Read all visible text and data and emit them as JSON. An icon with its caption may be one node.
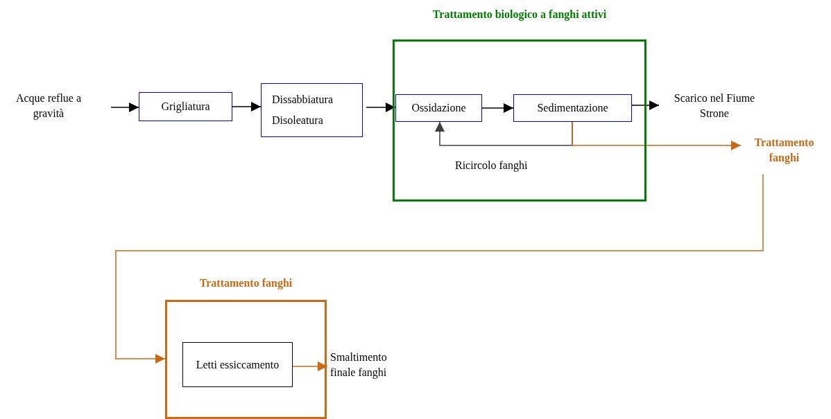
{
  "diagram": {
    "nodes": [
      {
        "text": [
          "Acque reflue a gravità"
        ]
      },
      {
        "text": [
          "Grigliatura"
        ]
      },
      {
        "text": [
          "Dissabbiatura",
          "Disoleatura"
        ]
      },
      {
        "text": [
          "Trattamento biologico a fanghi attivi"
        ]
      },
      {
        "text": [
          "Ossidazione"
        ],
        "in": 3
      },
      {
        "text": [
          "Sedimentazione"
        ],
        "in": 3
      },
      {
        "text": [
          "Scarico nel Fiume Strone"
        ]
      },
      {
        "text": [
          "Trattamento fanghi"
        ]
      },
      {
        "text": [
          "Trattamento fanghi"
        ]
      },
      {
        "text": [
          "Letti essiccamento"
        ],
        "in": 8
      },
      {
        "text": [
          "Smaltimento finale fanghi"
        ]
      }
    ],
    "edges": [
      {
        "from": 0,
        "to": 1,
        "arrow": "to"
      },
      {
        "from": 1,
        "to": 2,
        "arrow": "to"
      },
      {
        "from": 2,
        "to": 4,
        "arrow": "to"
      },
      {
        "from": 4,
        "to": 5,
        "arrow": "to"
      },
      {
        "from": 5,
        "to": 6,
        "arrow": "to"
      },
      {
        "from": 5,
        "to": 4,
        "arrow": "to",
        "label": "Ricircolo fanghi",
        "color": "#404040"
      },
      {
        "from": 5,
        "to": 7,
        "arrow": "to",
        "color": "#cc6a14"
      },
      {
        "from": 7,
        "to": 8,
        "arrow": "to",
        "color": "#cc6a14"
      },
      {
        "from": 9,
        "to": 10,
        "arrow": "to",
        "color": "#cc6a14"
      }
    ]
  }
}
